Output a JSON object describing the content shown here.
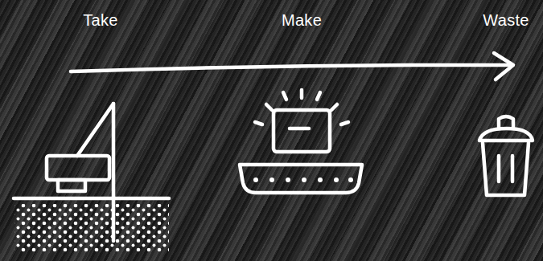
{
  "diagram": {
    "labels": [
      "Take",
      "Make",
      "Waste"
    ]
  }
}
